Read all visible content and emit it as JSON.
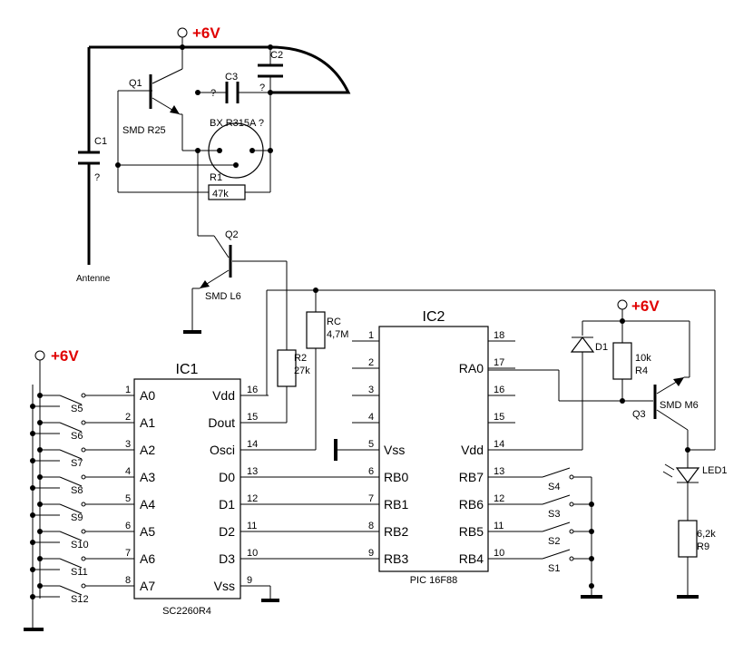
{
  "supply": {
    "label": "+6V"
  },
  "antenna": {
    "label": "Antenne"
  },
  "q1": {
    "ref": "Q1",
    "part": "SMD R25"
  },
  "q2": {
    "ref": "Q2",
    "part": "SMD L6"
  },
  "q3": {
    "ref": "Q3",
    "part": "SMD M6"
  },
  "c1": {
    "ref": "C1",
    "value": "?"
  },
  "c2": {
    "ref": "C2",
    "value": "?"
  },
  "c3": {
    "ref": "C3",
    "value": "?"
  },
  "resonator": {
    "label": "BX R315A ?"
  },
  "r1": {
    "ref": "R1",
    "value": "47k"
  },
  "r2": {
    "ref": "R2",
    "value": "27k"
  },
  "rc": {
    "ref": "RC",
    "value": "4,7M"
  },
  "r4": {
    "ref": "R4",
    "value": "10k"
  },
  "r9": {
    "ref": "R9",
    "value": "6,2k"
  },
  "d1": {
    "ref": "D1"
  },
  "led1": {
    "ref": "LED1"
  },
  "ic1": {
    "ref": "IC1",
    "part": "SC2260R4",
    "left_pins": [
      {
        "num": "1",
        "name": "A0"
      },
      {
        "num": "2",
        "name": "A1"
      },
      {
        "num": "3",
        "name": "A2"
      },
      {
        "num": "4",
        "name": "A3"
      },
      {
        "num": "5",
        "name": "A4"
      },
      {
        "num": "6",
        "name": "A5"
      },
      {
        "num": "7",
        "name": "A6"
      },
      {
        "num": "8",
        "name": "A7"
      }
    ],
    "right_pins": [
      {
        "num": "16",
        "name": "Vdd"
      },
      {
        "num": "15",
        "name": "Dout"
      },
      {
        "num": "14",
        "name": "Osci"
      },
      {
        "num": "13",
        "name": "D0"
      },
      {
        "num": "12",
        "name": "D1"
      },
      {
        "num": "11",
        "name": "D2"
      },
      {
        "num": "10",
        "name": "D3"
      },
      {
        "num": "9",
        "name": "Vss"
      }
    ]
  },
  "ic2": {
    "ref": "IC2",
    "part": "PIC 16F88",
    "left_pins": [
      {
        "num": "1",
        "name": ""
      },
      {
        "num": "2",
        "name": ""
      },
      {
        "num": "3",
        "name": ""
      },
      {
        "num": "4",
        "name": ""
      },
      {
        "num": "5",
        "name": "Vss"
      },
      {
        "num": "6",
        "name": "RB0"
      },
      {
        "num": "7",
        "name": "RB1"
      },
      {
        "num": "8",
        "name": "RB2"
      },
      {
        "num": "9",
        "name": "RB3"
      }
    ],
    "right_pins": [
      {
        "num": "18",
        "name": ""
      },
      {
        "num": "17",
        "name": "RA0"
      },
      {
        "num": "16",
        "name": ""
      },
      {
        "num": "15",
        "name": ""
      },
      {
        "num": "14",
        "name": "Vdd"
      },
      {
        "num": "13",
        "name": "RB7"
      },
      {
        "num": "12",
        "name": "RB6"
      },
      {
        "num": "11",
        "name": "RB5"
      },
      {
        "num": "10",
        "name": "RB4"
      }
    ]
  },
  "switches_left": [
    "S5",
    "S6",
    "S7",
    "S8",
    "S9",
    "S10",
    "S11",
    "S12"
  ],
  "switches_right": [
    "S4",
    "S3",
    "S2",
    "S1"
  ]
}
